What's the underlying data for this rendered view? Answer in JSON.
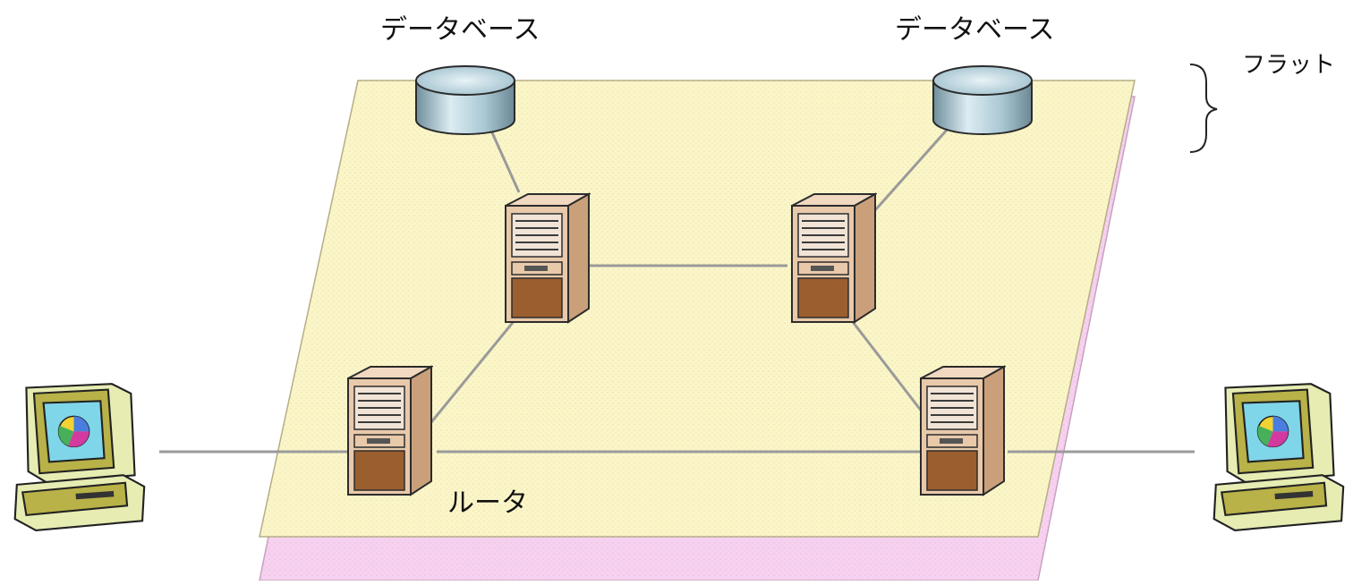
{
  "labels": {
    "database_left": "データベース",
    "database_right": "データベース",
    "flat": "フラット",
    "router": "ルータ"
  },
  "colors": {
    "yellow_plane": "#fbf6c9",
    "pink_plane": "#f7d2f0",
    "link_line": "#9a9a9a",
    "server_body": "#e7c7a6",
    "server_lower": "#9b5e2f",
    "db_cylinder": "#a9c7d3",
    "computer_body": "#b9b14a"
  },
  "icons": {
    "database": "database-cylinder-icon",
    "server": "server-tower-icon",
    "computer": "desktop-computer-icon"
  }
}
